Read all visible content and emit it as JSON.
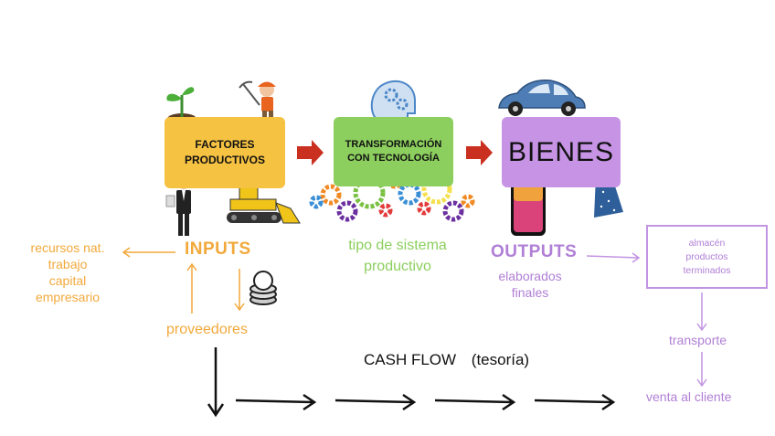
{
  "boxes": {
    "factores": [
      "FACTORES",
      "PRODUCTIVOS"
    ],
    "transformacion": [
      "TRANSFORMACIÓN",
      "CON TECNOLOGÍA"
    ],
    "bienes": "BIENES"
  },
  "labels": {
    "inputs": "INPUTS",
    "outputs": "OUTPUTS",
    "recursos": [
      "recursos nat.",
      "trabajo",
      "capital",
      "empresario"
    ],
    "proveedores": "proveedores",
    "tipo_sistema": [
      "tipo de sistema",
      "productivo"
    ],
    "elaborados": [
      "elaborados",
      "finales"
    ],
    "almacen": [
      "almacén",
      "productos",
      "terminados"
    ],
    "transporte": "transporte",
    "venta": "venta al cliente",
    "cash_flow": "CASH FLOW",
    "tesoria": "(tesoría)"
  },
  "colors": {
    "orange": "#f2a93b",
    "green": "#8ccf5e",
    "purple": "#c794e5",
    "arrow_red": "#c9301f",
    "yellow_box": "#f5c242"
  },
  "icons": [
    "plant-icon",
    "miner-icon",
    "businessman-icon",
    "bulldozer-icon",
    "brain-gears-icon",
    "gears-icon",
    "car-icon",
    "smartphone-icon",
    "skirt-icon",
    "euro-coins-icon"
  ]
}
